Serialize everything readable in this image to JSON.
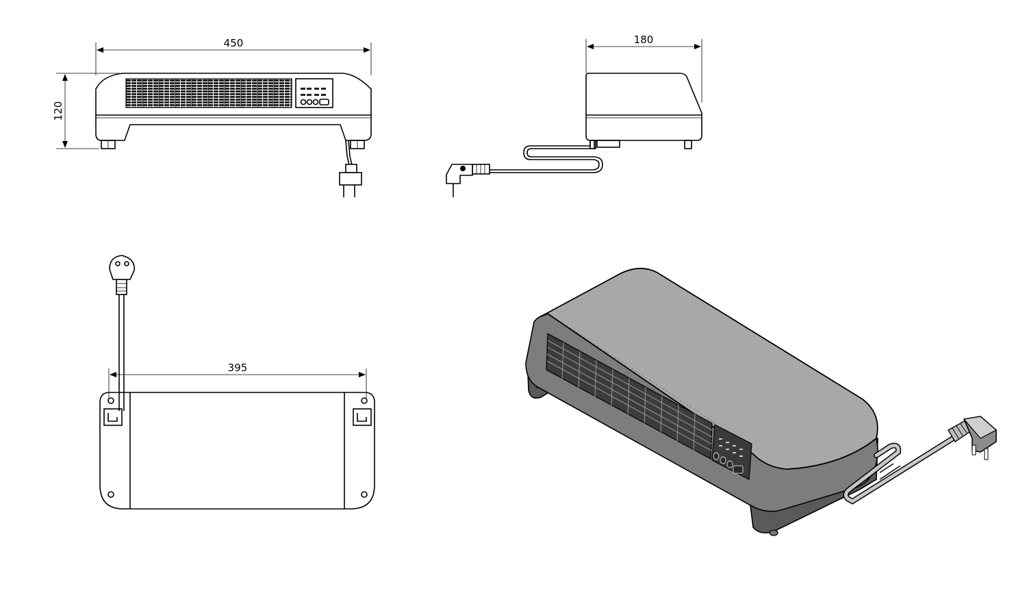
{
  "dimensions": {
    "front_width": "450",
    "front_height": "120",
    "side_depth": "180",
    "bottom_mount_spacing": "395"
  },
  "colors": {
    "line": "#000000",
    "iso_top": "#a9a9a9",
    "iso_side": "#7a7a7a",
    "iso_dark": "#4a4a4a",
    "background": "#ffffff"
  }
}
